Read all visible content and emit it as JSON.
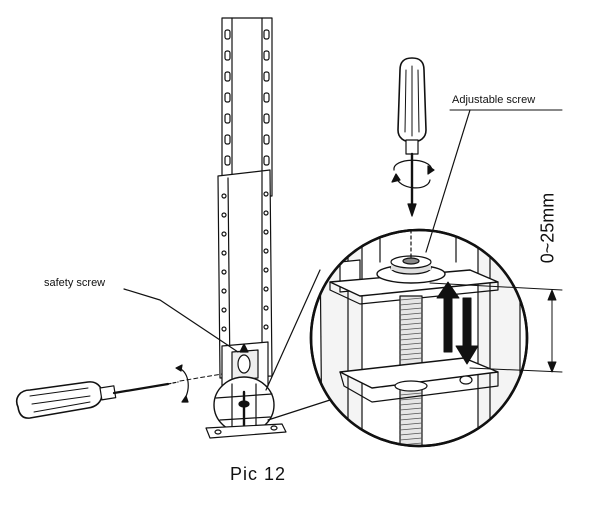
{
  "labels": {
    "safety_screw": "safety screw",
    "adjustable_screw": "Adjustable screw",
    "range": "0~25mm",
    "caption": "Pic 12"
  },
  "colors": {
    "line": "#111111",
    "fill_light": "#f2f2f2",
    "fill_mid": "#cfcfcf",
    "fill_dark": "#222222"
  },
  "icons": {
    "screwdriver_left": "screwdriver-icon",
    "screwdriver_top": "screwdriver-icon",
    "rotation": "rotate-arrows-icon",
    "adjust_arrows": "up-down-arrows-icon"
  }
}
